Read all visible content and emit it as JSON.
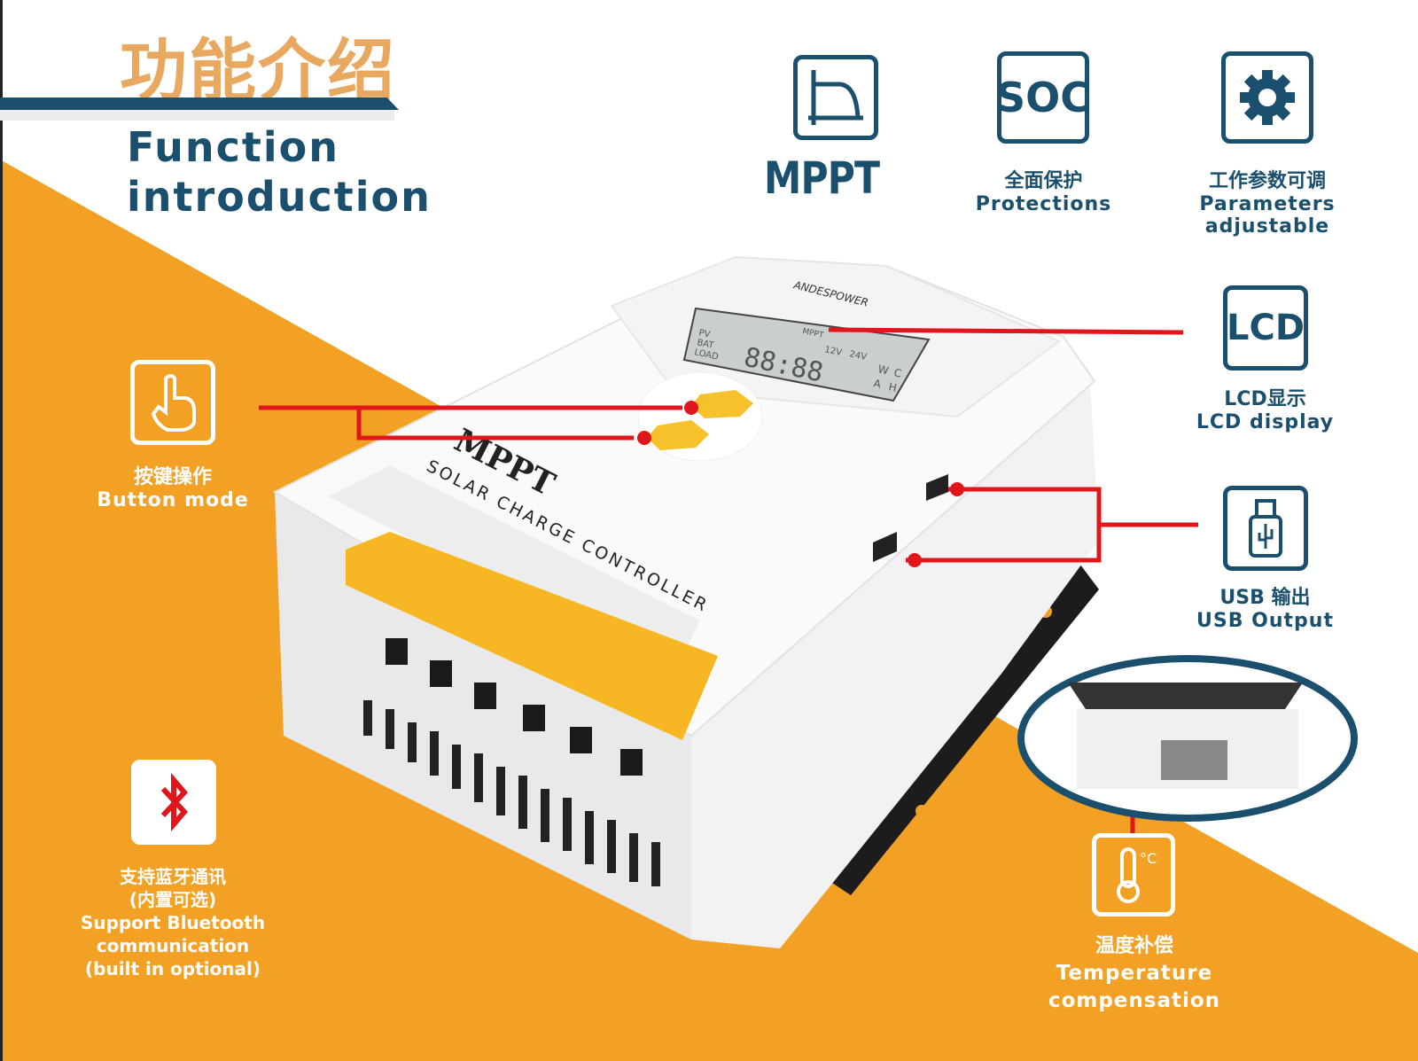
{
  "header": {
    "title_cn": "功能介绍",
    "title_en_line1": "Function",
    "title_en_line2": "introduction"
  },
  "colors": {
    "brand_blue": "#1b4f6e",
    "accent_orange": "#f3a125",
    "title_orange": "#e8a860",
    "callout_red": "#e0161b"
  },
  "features": {
    "mppt": {
      "icon": "mppt-curve-icon",
      "label": "MPPT"
    },
    "protections": {
      "icon": "soc-icon",
      "icon_text": "SOC",
      "cn": "全面保护",
      "en": "Protections"
    },
    "parameters": {
      "icon": "gear-icon",
      "cn": "工作参数可调",
      "en_line1": "Parameters",
      "en_line2": "adjustable"
    },
    "lcd": {
      "icon": "lcd-icon",
      "icon_text": "LCD",
      "cn": "LCD显示",
      "en": "LCD display"
    },
    "usb": {
      "icon": "usb-icon",
      "cn": "USB 输出",
      "en": "USB Output"
    },
    "button": {
      "icon": "pointing-finger-icon",
      "cn": "按键操作",
      "en": "Button mode"
    },
    "bluetooth": {
      "icon": "bluetooth-icon",
      "cn_line1": "支持蓝牙通讯",
      "cn_line2": "(内置可选)",
      "en_line1": "Support Bluetooth",
      "en_line2": "communication",
      "en_line3": "(built in optional)"
    },
    "temperature": {
      "icon": "thermometer-icon",
      "icon_text": "°C",
      "cn": "温度补偿",
      "en_line1": "Temperature",
      "en_line2": "compensation"
    }
  },
  "device": {
    "brand": "ANDESPOWER",
    "model_text": "MPPT",
    "subtitle": "SOLAR CHARGE CONTROLLER",
    "lcd_digits": "88:88",
    "lcd_labels": [
      "PV",
      "BAT",
      "LOAD",
      "12V",
      "24V",
      "W",
      "C",
      "A",
      "H",
      "MPPT"
    ]
  }
}
